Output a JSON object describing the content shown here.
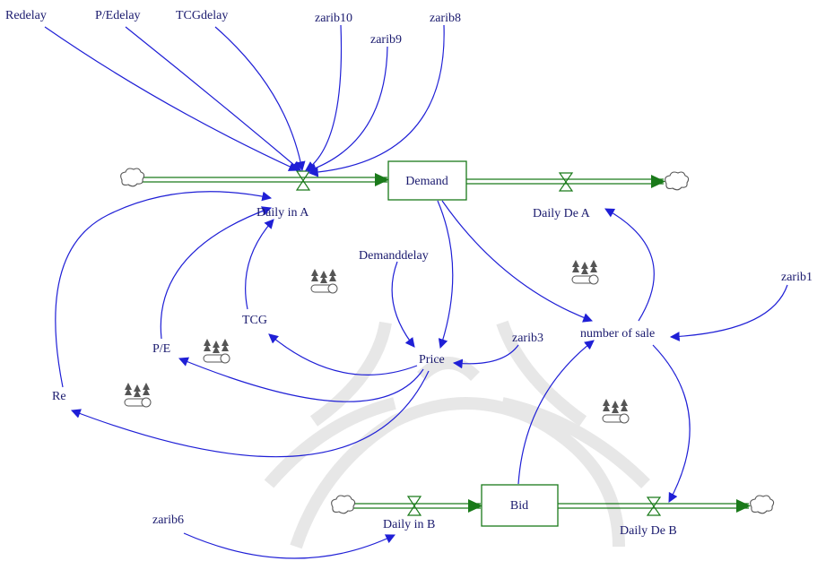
{
  "diagram": {
    "stocks": {
      "demand": "Demand",
      "bid": "Bid"
    },
    "flows": {
      "daily_in_a": "Daily in A",
      "daily_de_a": "Daily De A",
      "daily_in_b": "Daily in B",
      "daily_de_b": "Daily De B"
    },
    "variables": {
      "redelay": "Redelay",
      "pedelay": "P/Edelay",
      "tcgdelay": "TCGdelay",
      "zarib10": "zarib10",
      "zarib9": "zarib9",
      "zarib8": "zarib8",
      "zarib1": "zarib1",
      "zarib3": "zarib3",
      "zarib6": "zarib6",
      "demanddelay": "Demanddelay",
      "tcg": "TCG",
      "pe": "P/E",
      "re": "Re",
      "price": "Price",
      "number_of_sale": "number of sale"
    },
    "colors": {
      "flow_pipe": "#1a7a1a",
      "arrow_head": "#1a7a1a",
      "stock_border": "#1a7a1a",
      "link": "#1f1fd6",
      "text": "#1a1a6e",
      "watermark": "#d8d8d8",
      "cloud": "#555555"
    }
  }
}
